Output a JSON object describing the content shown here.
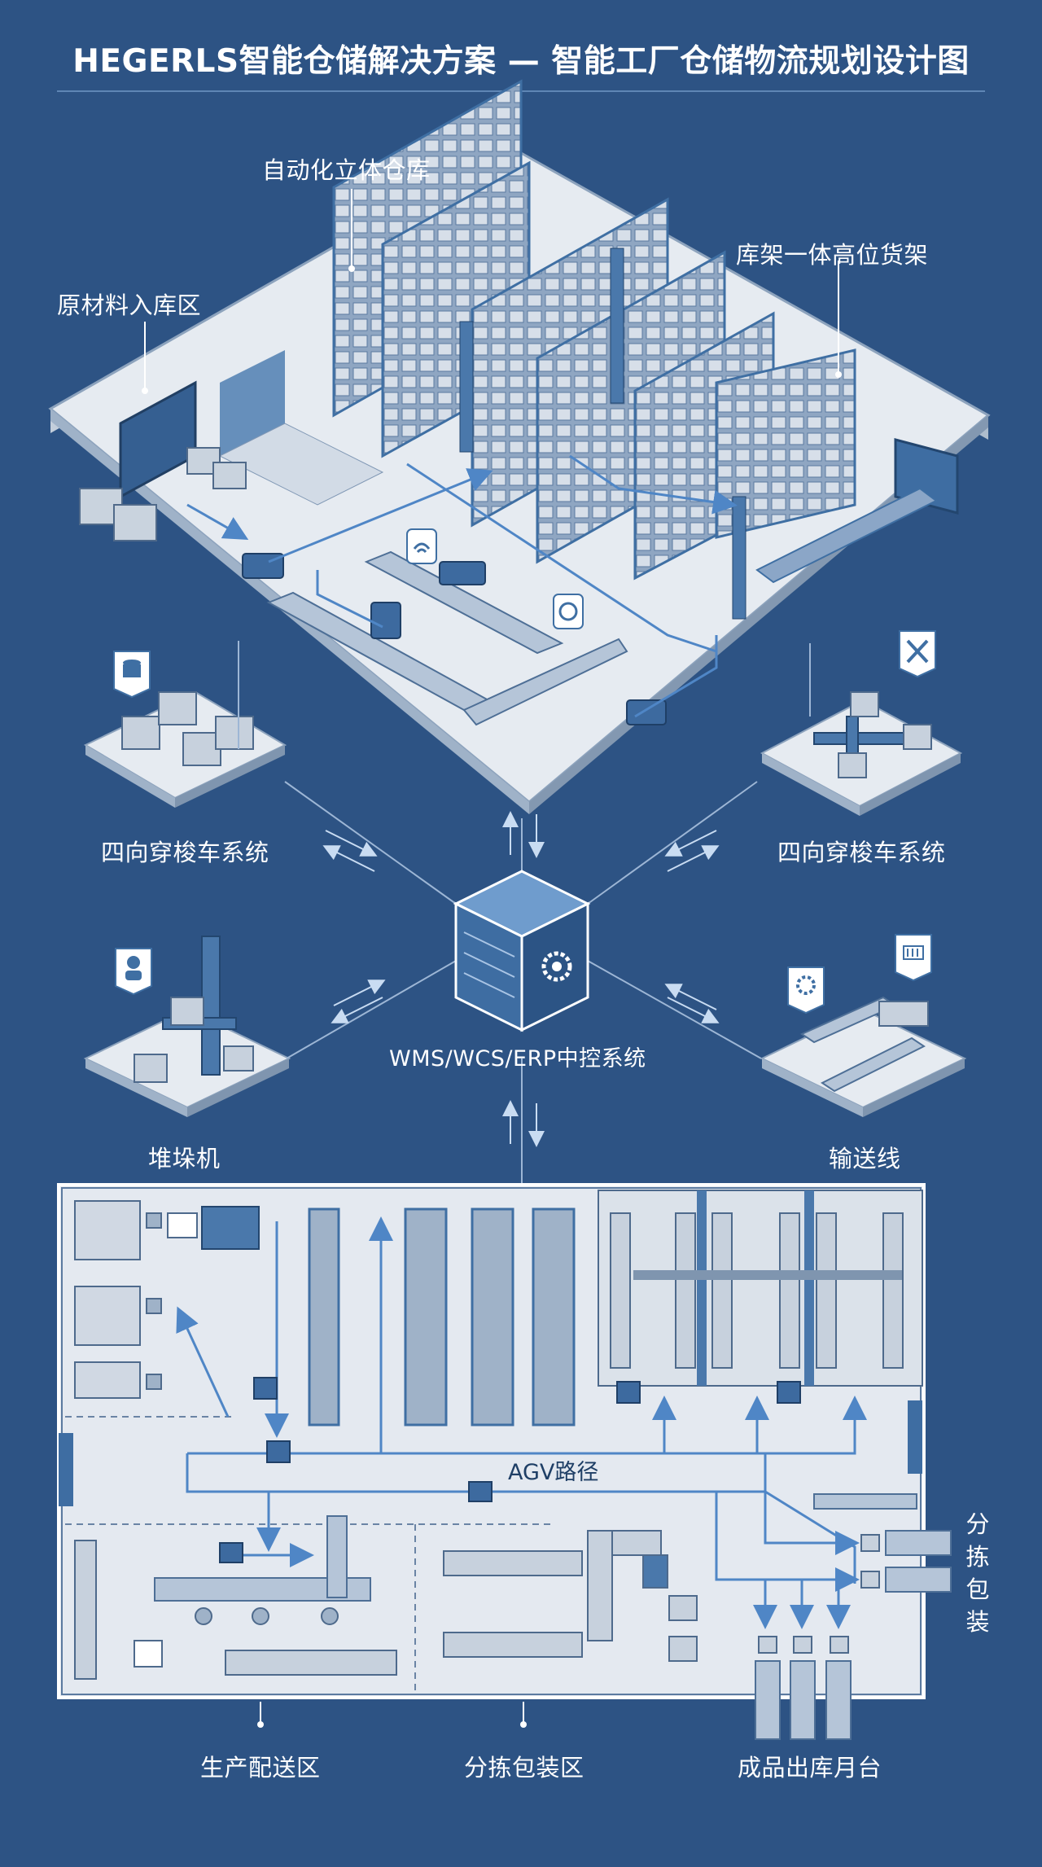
{
  "title": "HEGERLS智能仓储解决方案 — 智能工厂仓储物流规划设计图",
  "labels": {
    "auto_warehouse": "自动化立体仓库",
    "high_rack": "库架一体高位货架",
    "raw_inbound": "原材料入库区",
    "shuttle_left": "四向穿梭车系统",
    "shuttle_right": "四向穿梭车系统",
    "central_control": "WMS/WCS/ERP中控系统",
    "stacker": "堆垛机",
    "conveyor": "输送线",
    "agv_path": "AGV路径",
    "sort_pack_vertical": [
      "分",
      "拣",
      "包",
      "装"
    ],
    "production_delivery": "生产配送区",
    "sort_pack_zone": "分拣包装区",
    "finished_dock": "成品出库月台"
  },
  "colors": {
    "background": "#2d5384",
    "floor": "#e4e9f0",
    "wall": "#c9d3de",
    "rack": "#3f6fa3",
    "accent": "#4f86c6",
    "line": "#a9c4e4"
  },
  "icons": [
    "database-icon",
    "tools-icon",
    "worker-icon",
    "gear-icon",
    "barcode-icon",
    "wifi-icon",
    "nodes-icon",
    "server-gear-icon"
  ]
}
